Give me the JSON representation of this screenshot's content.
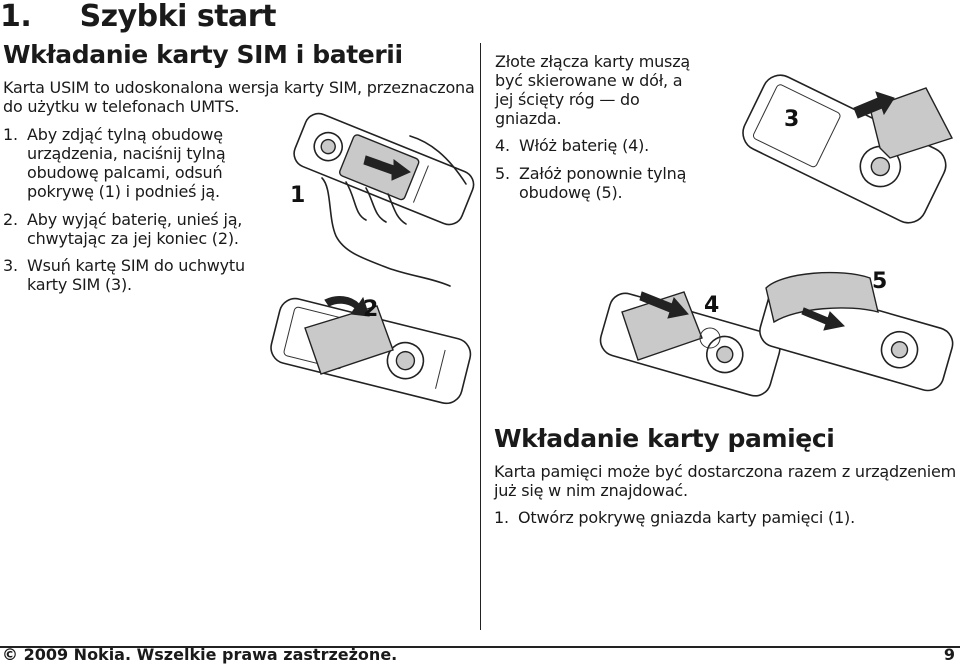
{
  "chapter_title": "1.\tSzybki start",
  "section1": {
    "title": "Wkładanie karty SIM i baterii",
    "intro": [
      "Karta USIM to udoskonalona wersja karty SIM, przeznaczona",
      "do użytku w telefonach UMTS."
    ],
    "steps": [
      {
        "num": "1.",
        "lines": [
          "Aby zdjąć tylną obudowę",
          "urządzenia, naciśnij tylną",
          "obudowę palcami, odsuń",
          "pokrywę (1) i podnieś ją."
        ]
      },
      {
        "num": "2.",
        "lines": [
          "Aby wyjąć baterię, unieś ją,",
          "chwytając za jej koniec (2)."
        ]
      },
      {
        "num": "3.",
        "lines": [
          "Wsuń kartę SIM do uchwytu",
          "karty SIM (3)."
        ]
      }
    ]
  },
  "column2": {
    "note": [
      "Złote złącza karty muszą",
      "być skierowane w dół, a",
      "jej ścięty róg — do",
      "gniazda."
    ],
    "steps": [
      {
        "num": "4.",
        "lines": [
          "Włóż baterię (4)."
        ]
      },
      {
        "num": "5.",
        "lines": [
          "Załóż ponownie tylną",
          "obudowę (5)."
        ]
      }
    ]
  },
  "section2": {
    "title": "Wkładanie karty pamięci",
    "intro": [
      "Karta pamięci może być dostarczona razem z urządzeniem i",
      "już się w nim znajdować."
    ],
    "steps": [
      {
        "num": "1.",
        "lines": [
          "Otwórz pokrywę gniazda karty pamięci (1)."
        ]
      }
    ]
  },
  "figure_labels": {
    "one": "1",
    "two": "2",
    "three": "3",
    "four": "4",
    "five": "5"
  },
  "footer": {
    "copyright": "© 2009 Nokia. Wszelkie prawa zastrzeżone.",
    "page": "9"
  }
}
